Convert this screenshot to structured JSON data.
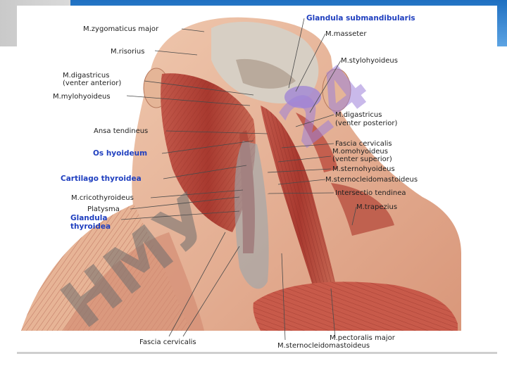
{
  "labels_left": [
    {
      "id": "zygomaticus",
      "text": "M.zygomaticus major"
    },
    {
      "id": "risorius",
      "text": "M.risorius"
    },
    {
      "id": "digastricus_ant_1",
      "text": "M.digastricus"
    },
    {
      "id": "digastricus_ant_2",
      "text": "(venter  anterior)"
    },
    {
      "id": "mylohyoideus",
      "text": "M.mylohyoideus"
    },
    {
      "id": "ansa",
      "text": "Ansa tendineus"
    },
    {
      "id": "os_hyoideum",
      "text": "Os hyoideum"
    },
    {
      "id": "cartilago",
      "text": "Cartilago thyroidea"
    },
    {
      "id": "cricothyroideus",
      "text": "M.cricothyroideus"
    },
    {
      "id": "platysma",
      "text": "Platysma"
    },
    {
      "id": "glandula_thyr_1",
      "text": "Glandula"
    },
    {
      "id": "glandula_thyr_2",
      "text": "thyroidea"
    }
  ],
  "labels_right": [
    {
      "id": "submandibularis",
      "text": "Glandula submandibularis"
    },
    {
      "id": "masseter",
      "text": "M.masseter"
    },
    {
      "id": "stylohyoideus",
      "text": "M.stylohyoideus"
    },
    {
      "id": "digastricus_post_1",
      "text": "M.digastricus"
    },
    {
      "id": "digastricus_post_2",
      "text": "(venter  posterior)"
    },
    {
      "id": "fascia_cerv_r",
      "text": "Fascia cervicalis"
    },
    {
      "id": "omohyoideus_1",
      "text": "M.omohyoideus"
    },
    {
      "id": "omohyoideus_2",
      "text": "(venter  superior)"
    },
    {
      "id": "sternohyoideus",
      "text": "M.sternohyoideus"
    },
    {
      "id": "sternocleido_r",
      "text": "M.sternocleidomastoideus"
    },
    {
      "id": "intersectio",
      "text": "Intersectio tendinea"
    },
    {
      "id": "trapezius",
      "text": "M.trapezius"
    }
  ],
  "labels_bottom": [
    {
      "id": "fascia_cerv_b",
      "text": "Fascia cervicalis"
    },
    {
      "id": "pectoralis",
      "text": "M.pectoralis major"
    },
    {
      "id": "sternocleido_b",
      "text": "M.sternocleidomastoideus"
    }
  ],
  "watermark": {
    "gray_text": "НМУ",
    "purple_text": "24"
  },
  "colors": {
    "header_blue": "#1e6fc1",
    "label_blue": "#1f3fbf",
    "muscle_red": "#b5473a",
    "skin": "#e8b79a",
    "gland_purple": "#a58bd3"
  }
}
